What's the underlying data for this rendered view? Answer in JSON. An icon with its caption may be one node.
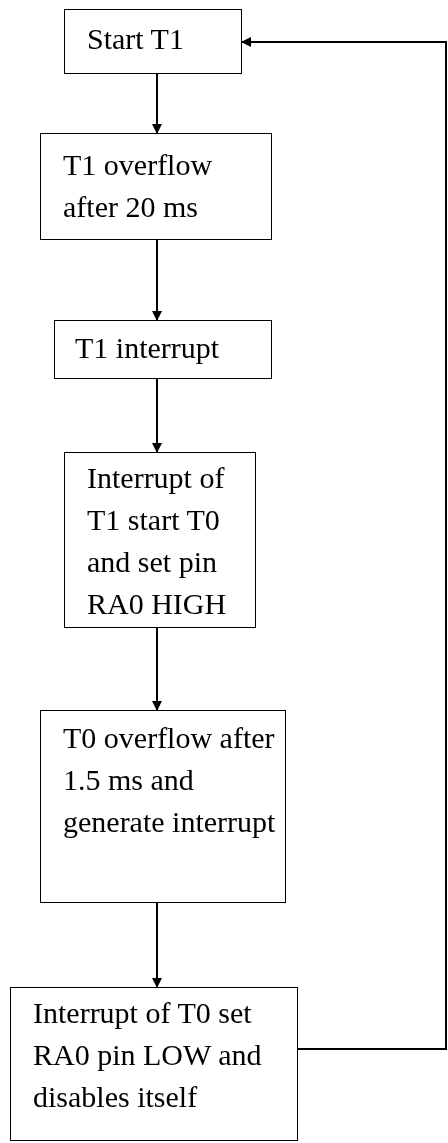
{
  "diagram": {
    "nodes": [
      {
        "text": [
          "Start T1"
        ]
      },
      {
        "text": [
          "T1 overflow after 20 ms"
        ]
      },
      {
        "text": [
          "T1 interrupt"
        ]
      },
      {
        "text": [
          "Interrupt of T1 start T0 and set pin RA0 HIGH"
        ]
      },
      {
        "text": [
          "T0 overflow after 1.5 ms and generate interrupt"
        ]
      },
      {
        "text": [
          "Interrupt of T0 set RA0 pin LOW and disables itself"
        ]
      }
    ],
    "edges": [
      {
        "from": 0,
        "to": 1,
        "arrow": "to"
      },
      {
        "from": 1,
        "to": 2,
        "arrow": "to"
      },
      {
        "from": 2,
        "to": 3,
        "arrow": "to"
      },
      {
        "from": 3,
        "to": 4,
        "arrow": "to"
      },
      {
        "from": 4,
        "to": 5,
        "arrow": "to"
      },
      {
        "from": 5,
        "to": 0,
        "arrow": "to"
      }
    ]
  }
}
